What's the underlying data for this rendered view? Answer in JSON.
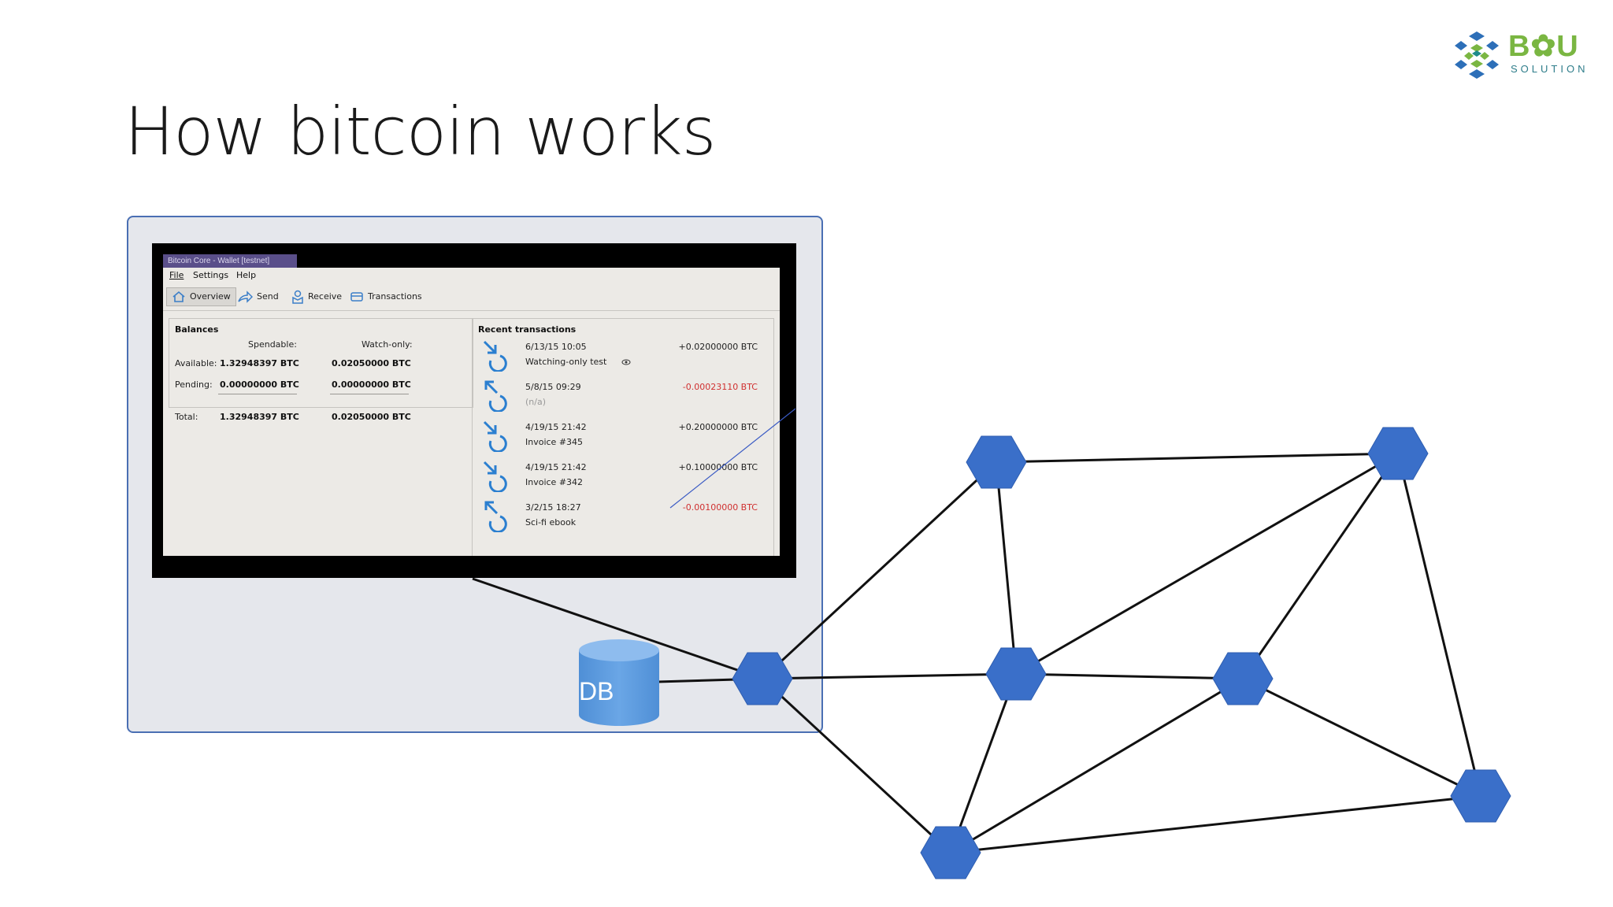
{
  "slide": {
    "title": "How bitcoin works"
  },
  "logo": {
    "text": "B✿U",
    "sub": "SOLUTION",
    "color_green": "#7ab642",
    "color_blue": "#2d6fb8"
  },
  "wallet": {
    "window_title": "Bitcoin Core - Wallet [testnet]",
    "menu": [
      "File",
      "Settings",
      "Help"
    ],
    "toolbar": [
      {
        "label": "Overview",
        "icon": "home-icon"
      },
      {
        "label": "Send",
        "icon": "send-arrow-icon"
      },
      {
        "label": "Receive",
        "icon": "receive-icon"
      },
      {
        "label": "Transactions",
        "icon": "transactions-icon"
      }
    ],
    "balances": {
      "title": "Balances",
      "col_spendable": "Spendable:",
      "col_watch": "Watch-only:",
      "rows": [
        {
          "label": "Available:",
          "spendable": "1.32948397 BTC",
          "watch": "0.02050000 BTC"
        },
        {
          "label": "Pending:",
          "spendable": "0.00000000 BTC",
          "watch": "0.00000000 BTC"
        },
        {
          "label": "Total:",
          "spendable": "1.32948397 BTC",
          "watch": "0.02050000 BTC"
        }
      ]
    },
    "recent": {
      "title": "Recent transactions",
      "items": [
        {
          "date": "6/13/15 10:05",
          "desc": "Watching-only test",
          "amount": "+0.02000000 BTC",
          "kind": "in",
          "color": "#222222"
        },
        {
          "date": "5/8/15 09:29",
          "desc": "(n/a)",
          "amount": "-0.00023110 BTC",
          "kind": "out",
          "color": "#d03030"
        },
        {
          "date": "4/19/15 21:42",
          "desc": "Invoice #345",
          "amount": "+0.20000000 BTC",
          "kind": "in",
          "color": "#222222"
        },
        {
          "date": "4/19/15 21:42",
          "desc": "Invoice #342",
          "amount": "+0.10000000 BTC",
          "kind": "in",
          "color": "#222222"
        },
        {
          "date": "3/2/15 18:27",
          "desc": "Sci-fi ebook",
          "amount": "-0.00100000 BTC",
          "kind": "out",
          "color": "#d03030"
        }
      ]
    }
  },
  "diagram": {
    "db_label": "DB",
    "node_color": "#3a6fc9",
    "box_color": "#e5e7ec",
    "edge_color": "#111111"
  }
}
